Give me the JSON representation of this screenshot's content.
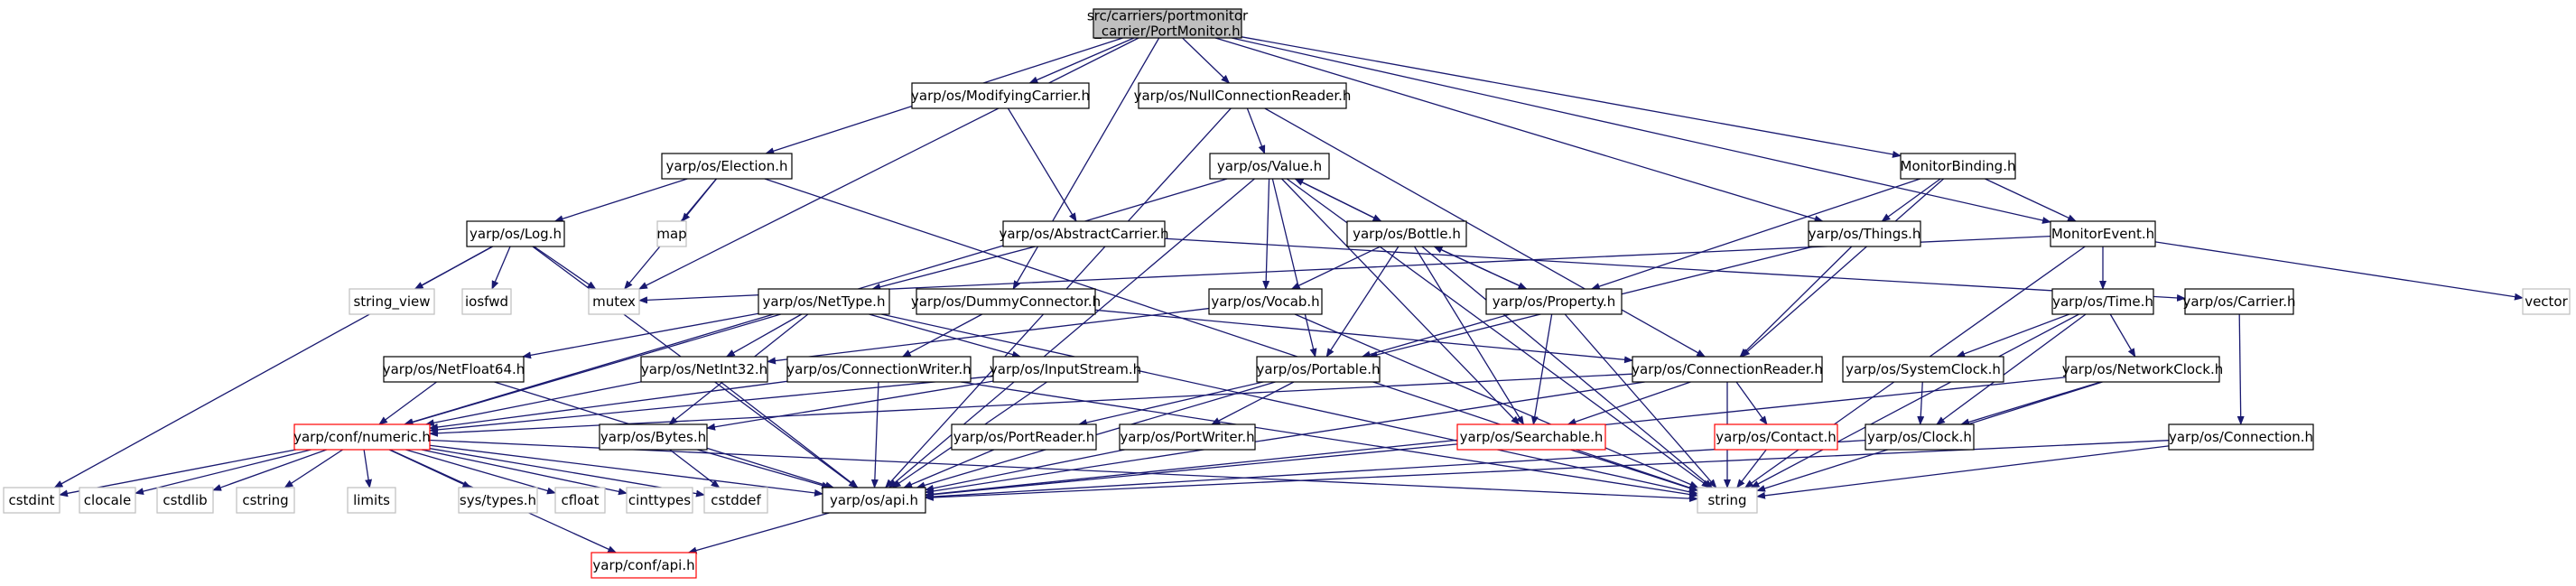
{
  "colors": {
    "edge": "#191970",
    "node_border": "#000000",
    "node_border_truncated": "#ff0000",
    "node_border_external": "#bfbfbf",
    "root_fill": "#bfbfbf",
    "text": "#000000"
  },
  "nodes": [
    {
      "id": "root",
      "label": "src/carriers/portmonitor\n_carrier/PortMonitor.h",
      "style": "root"
    },
    {
      "id": "modcarrier",
      "label": "yarp/os/ModifyingCarrier.h",
      "style": "normal"
    },
    {
      "id": "nullconn",
      "label": "yarp/os/NullConnectionReader.h",
      "style": "normal"
    },
    {
      "id": "election",
      "label": "yarp/os/Election.h",
      "style": "normal"
    },
    {
      "id": "value",
      "label": "yarp/os/Value.h",
      "style": "normal"
    },
    {
      "id": "monbinding",
      "label": "MonitorBinding.h",
      "style": "normal"
    },
    {
      "id": "log",
      "label": "yarp/os/Log.h",
      "style": "normal"
    },
    {
      "id": "map",
      "label": "map",
      "style": "external"
    },
    {
      "id": "abscarrier",
      "label": "yarp/os/AbstractCarrier.h",
      "style": "normal"
    },
    {
      "id": "bottle",
      "label": "yarp/os/Bottle.h",
      "style": "normal"
    },
    {
      "id": "things",
      "label": "yarp/os/Things.h",
      "style": "normal"
    },
    {
      "id": "monevent",
      "label": "MonitorEvent.h",
      "style": "normal"
    },
    {
      "id": "string_view",
      "label": "string_view",
      "style": "external"
    },
    {
      "id": "iosfwd",
      "label": "iosfwd",
      "style": "external"
    },
    {
      "id": "mutex",
      "label": "mutex",
      "style": "external"
    },
    {
      "id": "nettype",
      "label": "yarp/os/NetType.h",
      "style": "normal"
    },
    {
      "id": "dummyconn",
      "label": "yarp/os/DummyConnector.h",
      "style": "normal"
    },
    {
      "id": "vocab",
      "label": "yarp/os/Vocab.h",
      "style": "normal"
    },
    {
      "id": "property",
      "label": "yarp/os/Property.h",
      "style": "normal"
    },
    {
      "id": "time",
      "label": "yarp/os/Time.h",
      "style": "normal"
    },
    {
      "id": "carrier",
      "label": "yarp/os/Carrier.h",
      "style": "normal"
    },
    {
      "id": "vector",
      "label": "vector",
      "style": "external"
    },
    {
      "id": "netfloat64",
      "label": "yarp/os/NetFloat64.h",
      "style": "normal"
    },
    {
      "id": "netint32",
      "label": "yarp/os/NetInt32.h",
      "style": "normal"
    },
    {
      "id": "connwriter",
      "label": "yarp/os/ConnectionWriter.h",
      "style": "normal"
    },
    {
      "id": "inputstream",
      "label": "yarp/os/InputStream.h",
      "style": "normal"
    },
    {
      "id": "portable",
      "label": "yarp/os/Portable.h",
      "style": "normal"
    },
    {
      "id": "connreader",
      "label": "yarp/os/ConnectionReader.h",
      "style": "normal"
    },
    {
      "id": "sysclock",
      "label": "yarp/os/SystemClock.h",
      "style": "normal"
    },
    {
      "id": "netclock",
      "label": "yarp/os/NetworkClock.h",
      "style": "normal"
    },
    {
      "id": "numeric",
      "label": "yarp/conf/numeric.h",
      "style": "truncated"
    },
    {
      "id": "bytes",
      "label": "yarp/os/Bytes.h",
      "style": "normal"
    },
    {
      "id": "portreader",
      "label": "yarp/os/PortReader.h",
      "style": "normal"
    },
    {
      "id": "portwriter",
      "label": "yarp/os/PortWriter.h",
      "style": "normal"
    },
    {
      "id": "searchable",
      "label": "yarp/os/Searchable.h",
      "style": "truncated"
    },
    {
      "id": "contact",
      "label": "yarp/os/Contact.h",
      "style": "truncated"
    },
    {
      "id": "clock",
      "label": "yarp/os/Clock.h",
      "style": "normal"
    },
    {
      "id": "connection",
      "label": "yarp/os/Connection.h",
      "style": "normal"
    },
    {
      "id": "cstdint",
      "label": "cstdint",
      "style": "external"
    },
    {
      "id": "clocale",
      "label": "clocale",
      "style": "external"
    },
    {
      "id": "cstdlib",
      "label": "cstdlib",
      "style": "external"
    },
    {
      "id": "cstring",
      "label": "cstring",
      "style": "external"
    },
    {
      "id": "limits",
      "label": "limits",
      "style": "external"
    },
    {
      "id": "systypes",
      "label": "sys/types.h",
      "style": "external"
    },
    {
      "id": "cfloat",
      "label": "cfloat",
      "style": "external"
    },
    {
      "id": "cinttypes",
      "label": "cinttypes",
      "style": "external"
    },
    {
      "id": "cstddef",
      "label": "cstddef",
      "style": "external"
    },
    {
      "id": "api",
      "label": "yarp/os/api.h",
      "style": "normal"
    },
    {
      "id": "string",
      "label": "string",
      "style": "external"
    },
    {
      "id": "confapi",
      "label": "yarp/conf/api.h",
      "style": "truncated"
    }
  ],
  "edges": [
    [
      "root",
      "modcarrier"
    ],
    [
      "root",
      "nullconn"
    ],
    [
      "root",
      "election"
    ],
    [
      "root",
      "mutex"
    ],
    [
      "root",
      "dummyconn"
    ],
    [
      "root",
      "things"
    ],
    [
      "root",
      "monbinding"
    ],
    [
      "root",
      "monevent"
    ],
    [
      "modcarrier",
      "abscarrier"
    ],
    [
      "nullconn",
      "value"
    ],
    [
      "nullconn",
      "connreader"
    ],
    [
      "nullconn",
      "api"
    ],
    [
      "election",
      "log"
    ],
    [
      "election",
      "map"
    ],
    [
      "election",
      "mutex"
    ],
    [
      "election",
      "string"
    ],
    [
      "log",
      "string_view"
    ],
    [
      "log",
      "iosfwd"
    ],
    [
      "log",
      "mutex"
    ],
    [
      "log",
      "cstdint"
    ],
    [
      "log",
      "api"
    ],
    [
      "abscarrier",
      "carrier"
    ],
    [
      "abscarrier",
      "nettype"
    ],
    [
      "value",
      "bottle"
    ],
    [
      "value",
      "vocab"
    ],
    [
      "value",
      "portable"
    ],
    [
      "value",
      "searchable"
    ],
    [
      "value",
      "numeric"
    ],
    [
      "value",
      "api"
    ],
    [
      "value",
      "string"
    ],
    [
      "bottle",
      "value"
    ],
    [
      "bottle",
      "portable"
    ],
    [
      "bottle",
      "searchable"
    ],
    [
      "bottle",
      "property"
    ],
    [
      "bottle",
      "vocab"
    ],
    [
      "bottle",
      "string"
    ],
    [
      "property",
      "bottle"
    ],
    [
      "property",
      "portable"
    ],
    [
      "property",
      "searchable"
    ],
    [
      "property",
      "string"
    ],
    [
      "things",
      "portable"
    ],
    [
      "things",
      "connreader"
    ],
    [
      "monbinding",
      "things"
    ],
    [
      "monbinding",
      "property"
    ],
    [
      "monbinding",
      "monevent"
    ],
    [
      "monbinding",
      "connreader"
    ],
    [
      "monevent",
      "time"
    ],
    [
      "monevent",
      "mutex"
    ],
    [
      "monevent",
      "vector"
    ],
    [
      "monevent",
      "string"
    ],
    [
      "nettype",
      "netfloat64"
    ],
    [
      "nettype",
      "netint32"
    ],
    [
      "nettype",
      "inputstream"
    ],
    [
      "nettype",
      "bytes"
    ],
    [
      "nettype",
      "numeric"
    ],
    [
      "nettype",
      "string"
    ],
    [
      "dummyconn",
      "connwriter"
    ],
    [
      "dummyconn",
      "connreader"
    ],
    [
      "vocab",
      "netint32"
    ],
    [
      "vocab",
      "string"
    ],
    [
      "time",
      "sysclock"
    ],
    [
      "time",
      "netclock"
    ],
    [
      "time",
      "clock"
    ],
    [
      "time",
      "string"
    ],
    [
      "carrier",
      "connection"
    ],
    [
      "netfloat64",
      "numeric"
    ],
    [
      "netfloat64",
      "api"
    ],
    [
      "netint32",
      "numeric"
    ],
    [
      "netint32",
      "api"
    ],
    [
      "connwriter",
      "numeric"
    ],
    [
      "connwriter",
      "api"
    ],
    [
      "connwriter",
      "string"
    ],
    [
      "inputstream",
      "numeric"
    ],
    [
      "inputstream",
      "bytes"
    ],
    [
      "inputstream",
      "api"
    ],
    [
      "portable",
      "portreader"
    ],
    [
      "portable",
      "portwriter"
    ],
    [
      "portable",
      "api"
    ],
    [
      "connreader",
      "contact"
    ],
    [
      "connreader",
      "searchable"
    ],
    [
      "connreader",
      "numeric"
    ],
    [
      "connreader",
      "api"
    ],
    [
      "connreader",
      "string"
    ],
    [
      "sysclock",
      "clock"
    ],
    [
      "netclock",
      "clock"
    ],
    [
      "netclock",
      "string"
    ],
    [
      "netclock",
      "api"
    ],
    [
      "clock",
      "api"
    ],
    [
      "connection",
      "api"
    ],
    [
      "connection",
      "string"
    ],
    [
      "portreader",
      "api"
    ],
    [
      "portwriter",
      "api"
    ],
    [
      "searchable",
      "api"
    ],
    [
      "searchable",
      "string"
    ],
    [
      "contact",
      "string"
    ],
    [
      "bytes",
      "cstddef"
    ],
    [
      "bytes",
      "api"
    ],
    [
      "numeric",
      "cstdint"
    ],
    [
      "numeric",
      "clocale"
    ],
    [
      "numeric",
      "cstdlib"
    ],
    [
      "numeric",
      "cstring"
    ],
    [
      "numeric",
      "limits"
    ],
    [
      "numeric",
      "systypes"
    ],
    [
      "numeric",
      "cfloat"
    ],
    [
      "numeric",
      "cinttypes"
    ],
    [
      "numeric",
      "cstddef"
    ],
    [
      "numeric",
      "confapi"
    ],
    [
      "numeric",
      "string"
    ],
    [
      "numeric",
      "api"
    ],
    [
      "api",
      "confapi"
    ]
  ]
}
